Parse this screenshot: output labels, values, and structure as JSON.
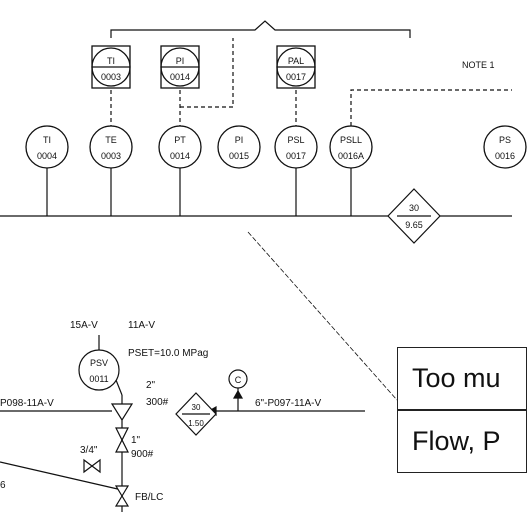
{
  "top_instruments": [
    {
      "tag": "TI",
      "num": "0003"
    },
    {
      "tag": "PI",
      "num": "0014"
    },
    {
      "tag": "PAL",
      "num": "0017"
    }
  ],
  "field_instruments": [
    {
      "tag": "TI",
      "num": "0004"
    },
    {
      "tag": "TE",
      "num": "0003"
    },
    {
      "tag": "PT",
      "num": "0014"
    },
    {
      "tag": "PI",
      "num": "0015"
    },
    {
      "tag": "PSL",
      "num": "0017"
    },
    {
      "tag": "PSLL",
      "num": "0016A"
    },
    {
      "tag": "PS",
      "num": "0016"
    }
  ],
  "note_label": "NOTE 1",
  "diamond_main": {
    "top": "30",
    "bottom": "9.65"
  },
  "diamond_small": {
    "top": "30",
    "bottom": "1.50"
  },
  "psv": {
    "tag": "PSV",
    "num": "0011"
  },
  "pset_label": "PSET=10.0 MPag",
  "line_15a": "15A-V",
  "line_11a": "11A-V",
  "line_p098": "P098-11A-V",
  "line_p097": "6\"-P097-11A-V",
  "size_2in": "2\"",
  "rating_300": "300#",
  "size_1in": "1\"",
  "rating_900": "900#",
  "size_34": "3/4\"",
  "fb_lc": "FB/LC",
  "left_fragment": "6",
  "c_symbol": "C",
  "label_box_1": "Too mu",
  "label_box_2": "Flow, P"
}
